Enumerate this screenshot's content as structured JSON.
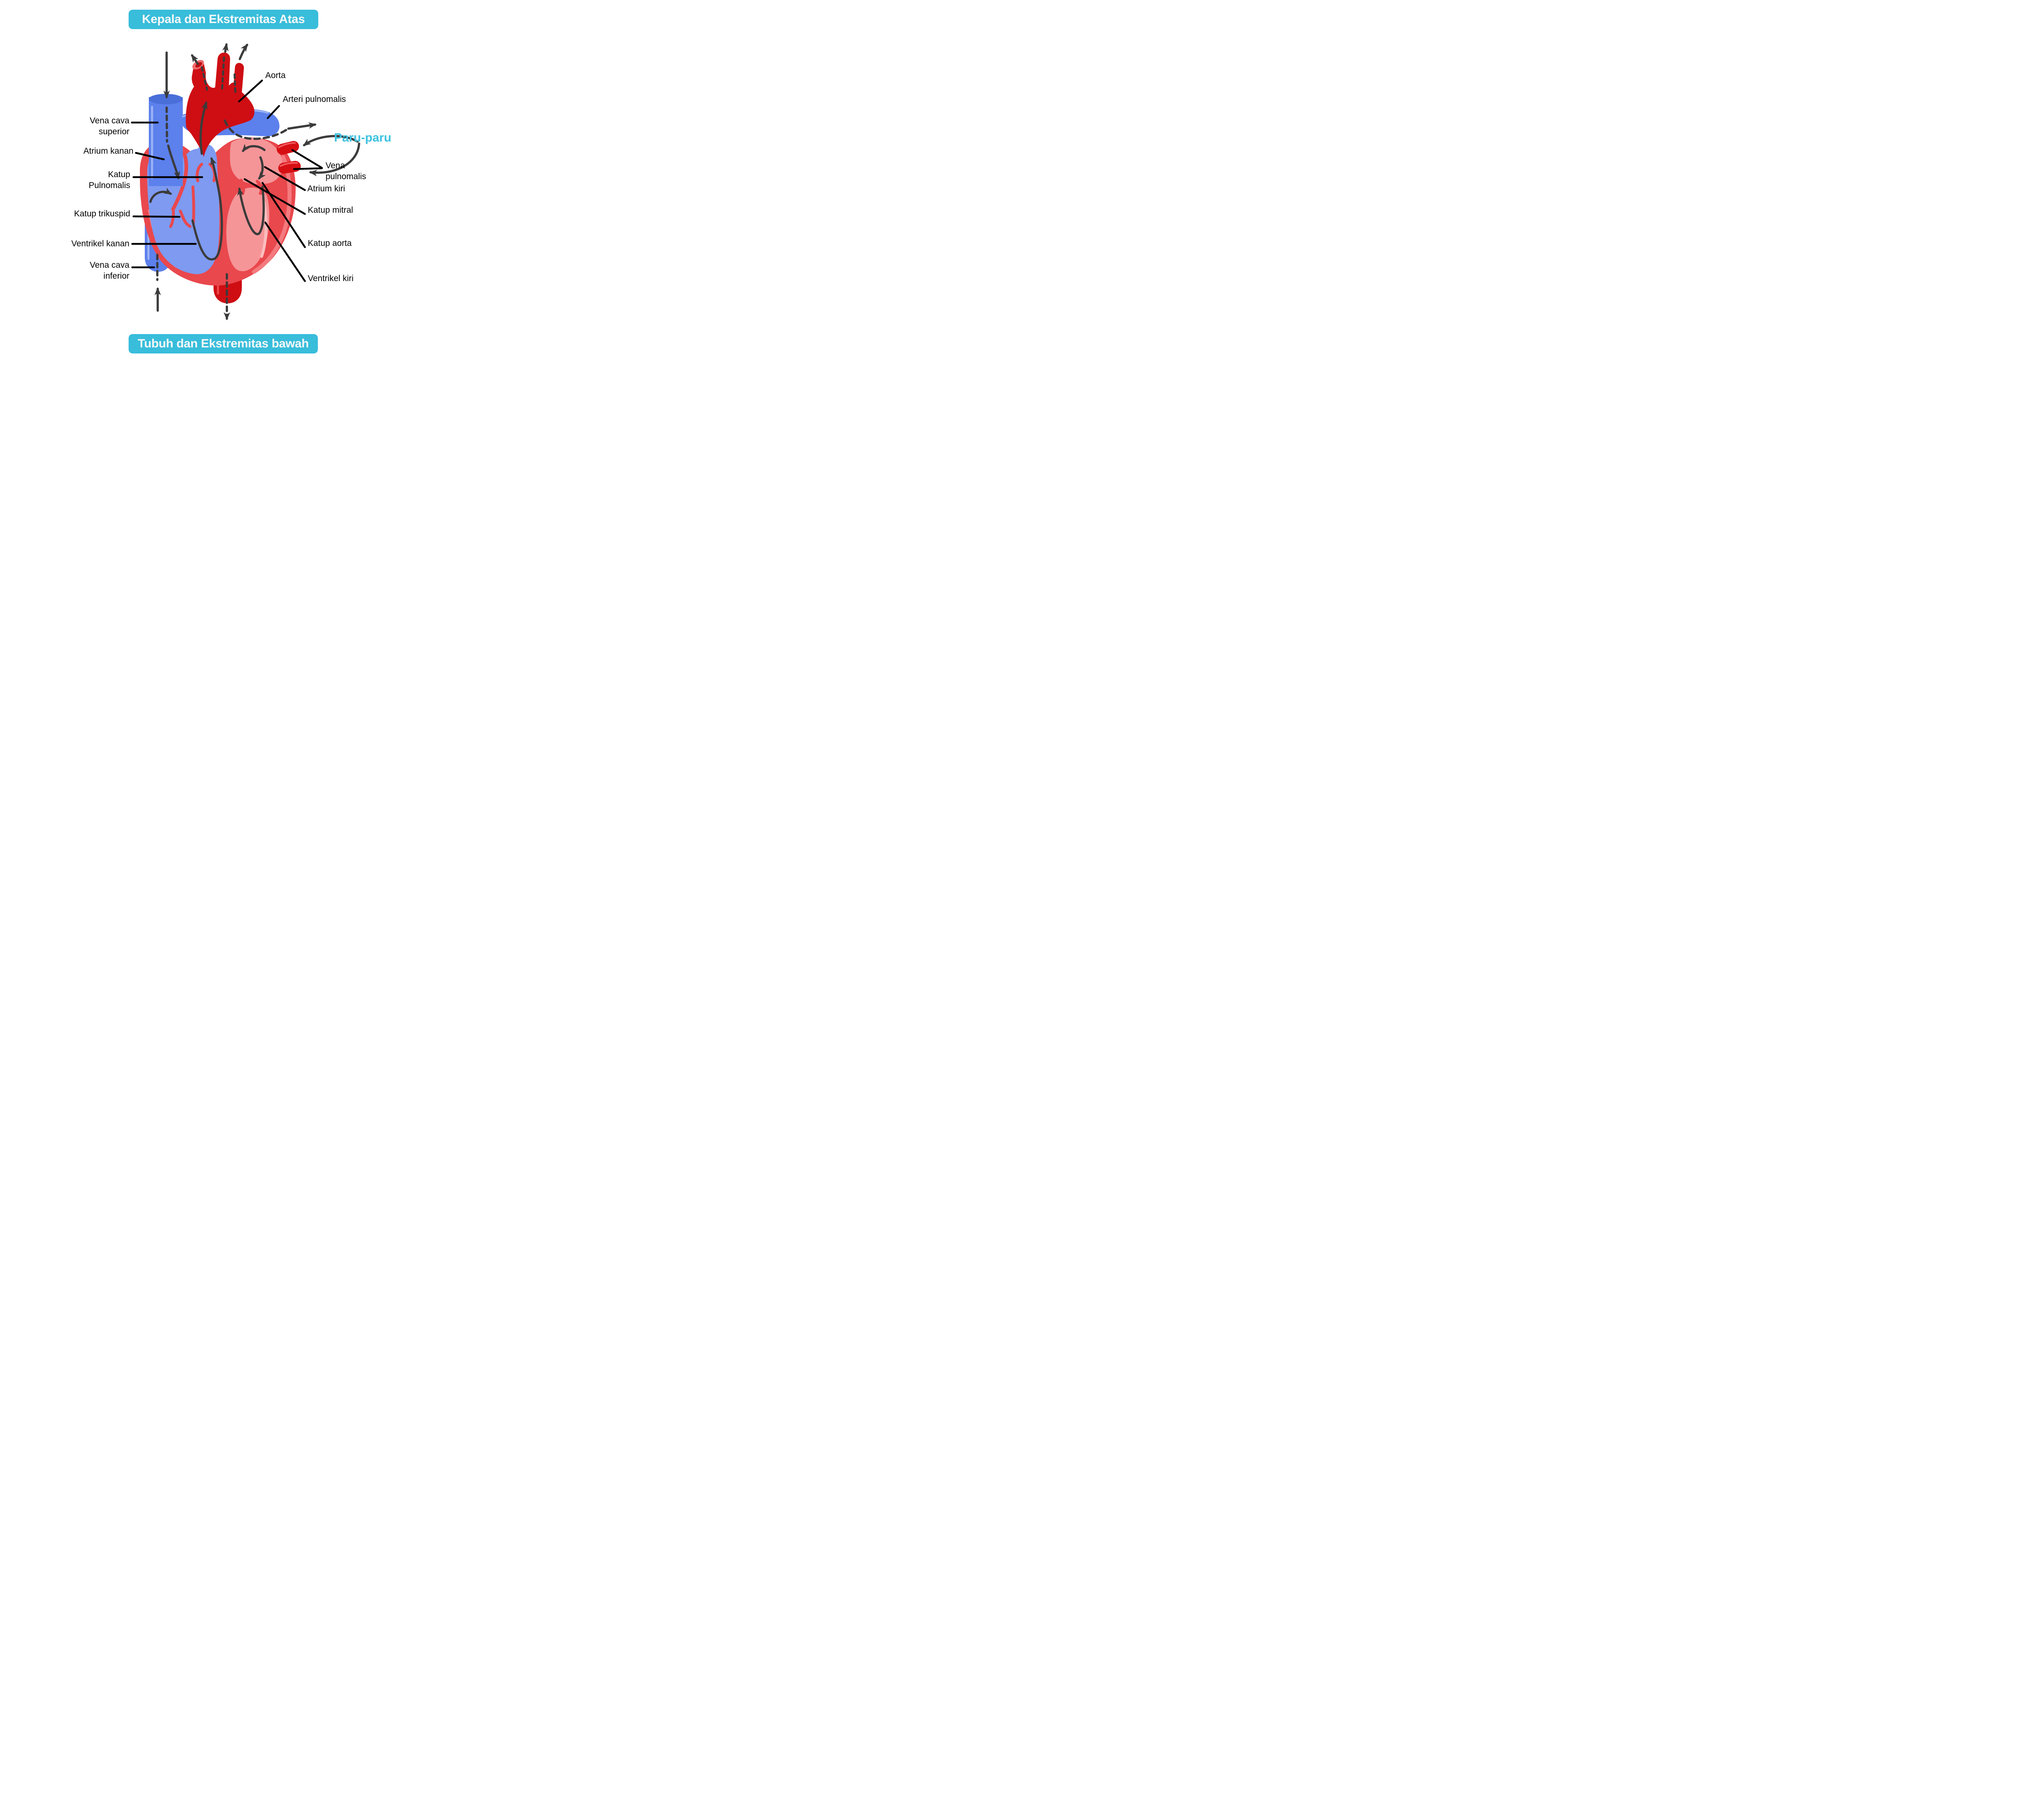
{
  "banners": {
    "top": "Kepala dan Ekstremitas Atas",
    "bottom": "Tubuh dan Ekstremitas bawah"
  },
  "labels": {
    "vena_cava_superior_1": "Vena cava",
    "vena_cava_superior_2": "superior",
    "atrium_kanan": "Atrium kanan",
    "katup_pulnomalis_1": "Katup",
    "katup_pulnomalis_2": "Pulnomalis",
    "katup_trikuspid": "Katup trikuspid",
    "ventrikel_kanan": "Ventrikel kanan",
    "vena_cava_inferior_1": "Vena cava",
    "vena_cava_inferior_2": "inferior",
    "aorta": "Aorta",
    "arteri_pulnomalis": "Arteri pulnomalis",
    "paru_paru": "Paru-paru",
    "vena_pulnomalis_1": "Vena",
    "vena_pulnomalis_2": "pulnomalis",
    "atrium_kiri": "Atrium kiri",
    "katup_mitral": "Katup mitral",
    "katup_aorta": "Katup aorta",
    "ventrikel_kiri": "Ventrikel kiri"
  },
  "colors": {
    "banner_background": "#38BDDB",
    "banner_text": "#F8F8F8",
    "paru_paru_text": "#3EC2E0",
    "artery_dark_red": "#CE0E13",
    "heart_wall_red": "#E9484D",
    "heart_wall_light_red": "#F47A7E",
    "left_chamber_pink": "#F59598",
    "vein_blue": "#5C80EC",
    "right_chamber_blue": "#7E9AF1",
    "flow_arrow_gray": "#3B3B3B",
    "label_text": "#000000"
  }
}
